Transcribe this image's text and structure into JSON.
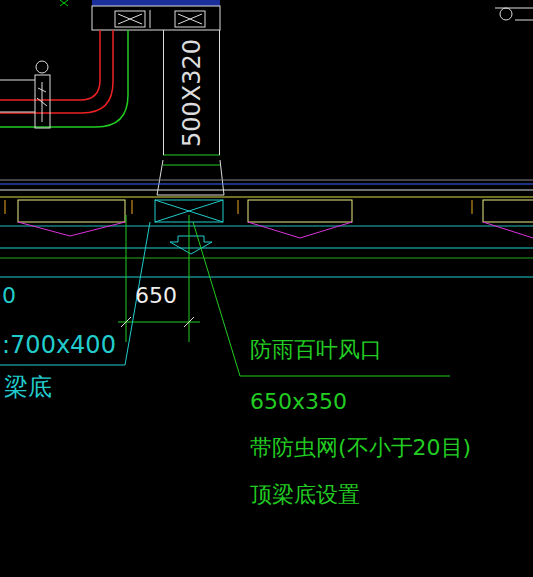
{
  "diagram": {
    "nodes": [
      {
        "text": [
          "500X320"
        ]
      }
    ],
    "labels": [
      "650",
      ":700x400",
      "梁底",
      "0",
      "防雨百叶风口",
      "650x350",
      "带防虫网(不小于20目)",
      "顶梁底设置"
    ]
  }
}
